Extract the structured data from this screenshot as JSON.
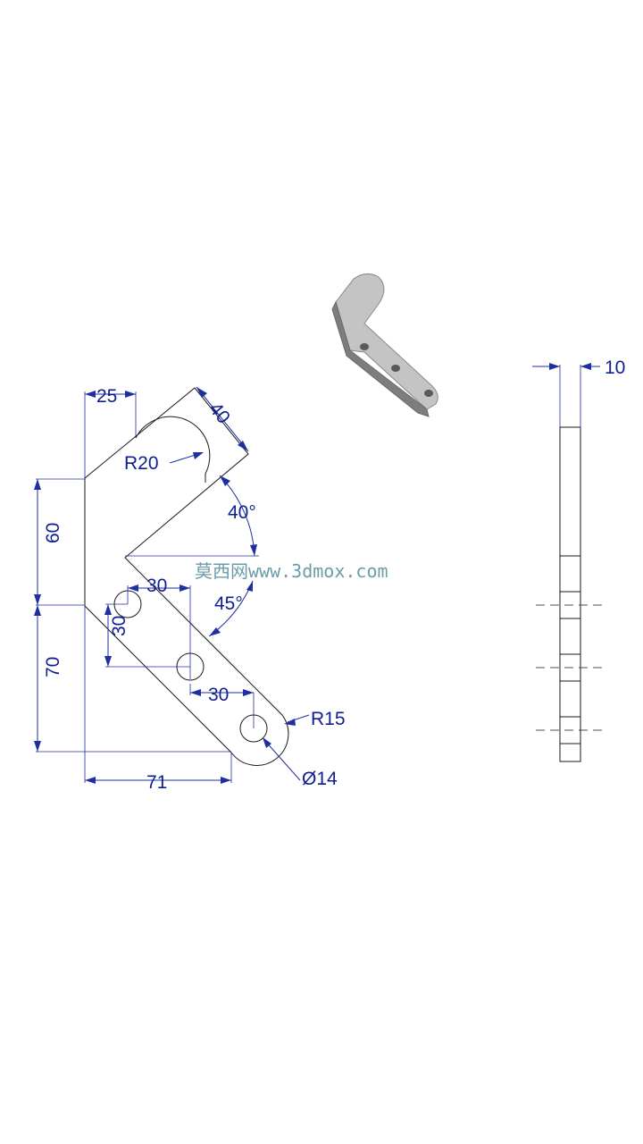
{
  "drawing": {
    "dimensions": {
      "d25": "25",
      "d40": "40",
      "r20": "R20",
      "a40": "40°",
      "d60": "60",
      "d30_top": "30",
      "a45": "45°",
      "d30_vert": "30",
      "d70": "70",
      "d30_mid": "30",
      "r15": "R15",
      "d71": "71",
      "dia14": "Ø14",
      "thickness10": "10"
    },
    "watermark": "莫西网www.3dmox.com",
    "colors": {
      "geometry": "#1a1a1a",
      "dimension": "#1f2fa0",
      "part_shade": "#bdbdbd",
      "background": "#ffffff"
    }
  }
}
